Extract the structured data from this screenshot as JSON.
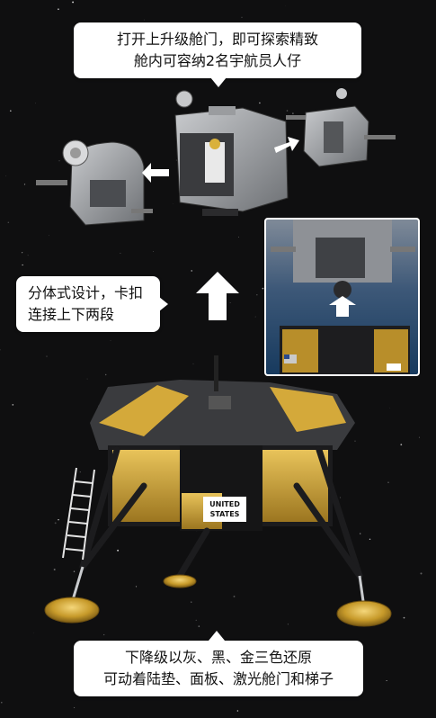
{
  "callouts": {
    "top": {
      "line1": "打开上升级舱门，即可探索精致",
      "line2": "舱内可容纳2名宇航员人仔"
    },
    "middle": {
      "line1": "分体式设计，卡扣",
      "line2": "连接上下两段"
    },
    "bottom": {
      "line1": "下降级以灰、黑、金三色还原",
      "line2": "可动着陆垫、面板、激光舱门和梯子"
    }
  },
  "model": {
    "panel_label_line1": "UNITED",
    "panel_label_line2": "STATES"
  },
  "colors": {
    "background": "#0f0f10",
    "gold_foil": "#d4a93a",
    "dark_frame": "#1b1b1d",
    "grey_brick": "#8f9296",
    "bubble": "#ffffff"
  },
  "icons": [
    "arrow-up-icon",
    "arrow-left-icon",
    "arrow-right-icon",
    "american-flag-icon"
  ]
}
